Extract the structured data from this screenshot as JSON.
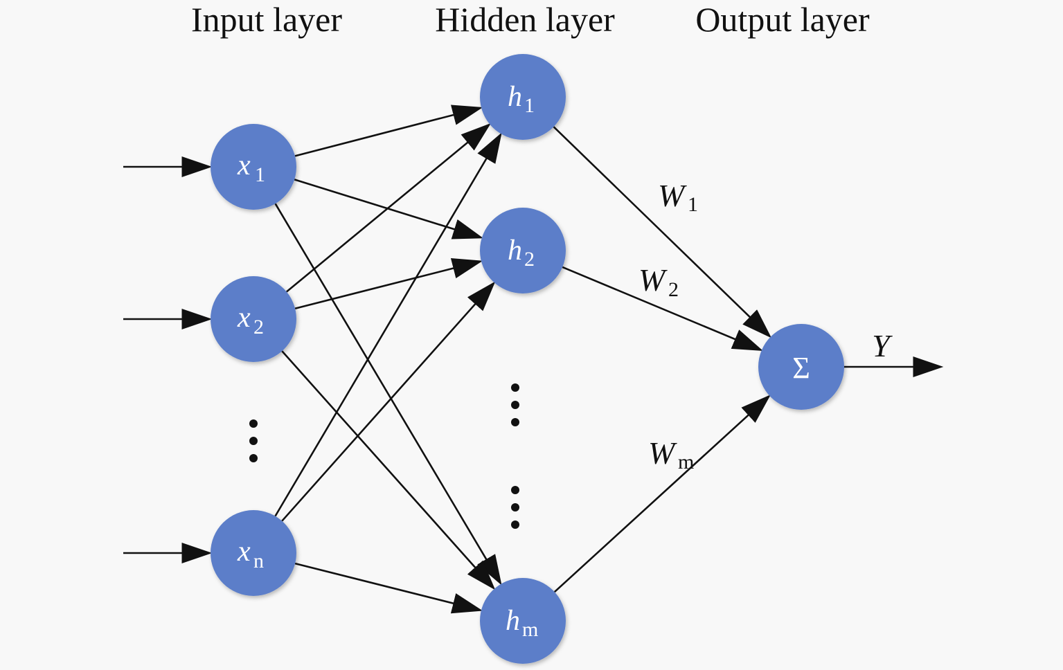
{
  "diagram": {
    "type": "neural-network",
    "colors": {
      "node": "#5b7ec9",
      "edge": "#111111",
      "background": "#f8f8f8",
      "label": "#ffffff"
    },
    "layer_titles": {
      "input": "Input layer",
      "hidden": "Hidden layer",
      "output": "Output layer"
    },
    "input_nodes": [
      {
        "id": "x1",
        "symbol": "x",
        "sub": "1"
      },
      {
        "id": "x2",
        "symbol": "x",
        "sub": "2"
      },
      {
        "id": "xn",
        "symbol": "x",
        "sub": "n"
      }
    ],
    "hidden_nodes": [
      {
        "id": "h1",
        "symbol": "h",
        "sub": "1"
      },
      {
        "id": "h2",
        "symbol": "h",
        "sub": "2"
      },
      {
        "id": "hm",
        "symbol": "h",
        "sub": "m"
      }
    ],
    "output_node": {
      "id": "sum",
      "symbol": "Σ"
    },
    "output_label": "Y",
    "weights": [
      {
        "symbol": "W",
        "sub": "1"
      },
      {
        "symbol": "W",
        "sub": "2"
      },
      {
        "symbol": "W",
        "sub": "m"
      }
    ],
    "connections": {
      "inputs_to_hidden": "fully-connected",
      "hidden_to_output": [
        "h1",
        "h2",
        "hm"
      ]
    },
    "ellipsis": "⋮"
  }
}
